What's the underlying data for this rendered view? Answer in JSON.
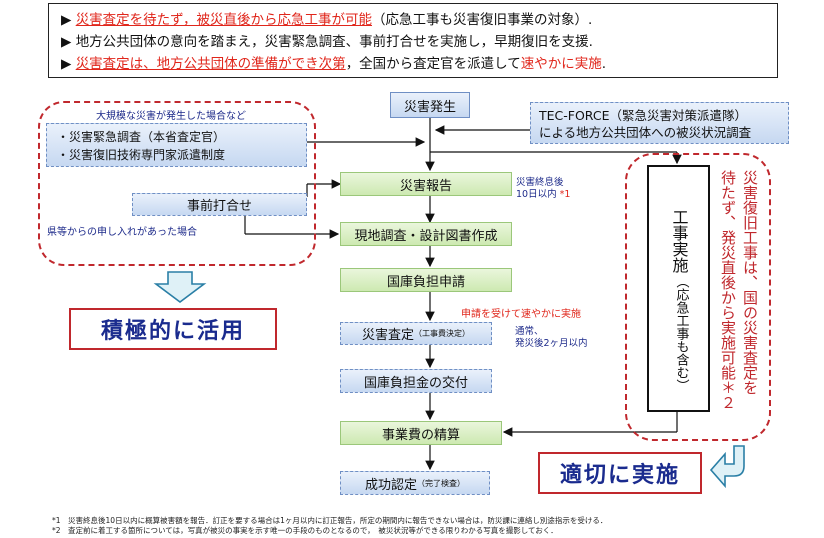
{
  "top": {
    "l1_mark": "▶",
    "l1_a": "災害査定を待たず，被災直後から応急工事が可能",
    "l1_b": "（応急工事も災害復旧事業の対象）.",
    "l2_mark": "▶",
    "l2": "地方公共団体の意向を踏まえ，災害緊急調査、事前打合せを実施し，早期復旧を支援.",
    "l3_mark": "▶",
    "l3_a": "災害査定は、地方公共団体の準備ができ次第",
    "l3_b": "，全国から査定官を派遣して",
    "l3_c": "速やかに実施",
    "l3_d": "."
  },
  "left": {
    "large_disaster": "大規模な災害が発生した場合など",
    "survey_1": "・災害緊急調査（本省査定官）",
    "survey_2": "・災害復旧技術専門家派遣制度",
    "pre_meeting": "事前打合せ",
    "pref_request": "県等からの申し入れがあった場合",
    "active_use": "積極的に活用"
  },
  "flow": {
    "occurrence": "災害発生",
    "report": "災害報告",
    "report_note_1": "災害終息後",
    "report_note_2": "10日以内",
    "report_note_mark": "*1",
    "field_survey": "現地調査・設計図書作成",
    "application": "国庫負担申請",
    "app_note": "申請を受けて速やかに実施",
    "assessment": "災害査定",
    "assessment_sub": "（工事費決定）",
    "assess_note_1": "通常、",
    "assess_note_2": "発災後2ヶ月以内",
    "grant": "国庫負担金の交付",
    "settlement": "事業費の精算",
    "completion": "成功認定",
    "completion_sub": "（完了検査）"
  },
  "right": {
    "tecforce_1": "TEC-FORCE（緊急災害対策派遣隊）",
    "tecforce_2": "による地方公共団体への被災状況調査",
    "construction": "工事実施",
    "construction_sub": "（応急工事も含む）",
    "red_note_1": "災害復旧工事は、国の災害査定を",
    "red_note_2": "待たず、発災直後から実施可能＊２",
    "appropriate": "適切に実施"
  },
  "footnotes": {
    "f1": "*1　災害終息後10日以内に概算被害額を報告．訂正を要する場合は1ヶ月以内に訂正報告，所定の期間内に報告できない場合は，防災課に連絡し別途指示を受ける．",
    "f2": "*2　査定前に着工する箇所については，写真が被災の事実を示す唯一の手段のものとなるので，　被災状況等ができる限りわかる写真を撮影しておく．"
  },
  "colors": {
    "red": "#e0261b",
    "navy": "#1a2b8e",
    "green_box": "#cde9b1",
    "blue_box": "#c6d8f1"
  }
}
